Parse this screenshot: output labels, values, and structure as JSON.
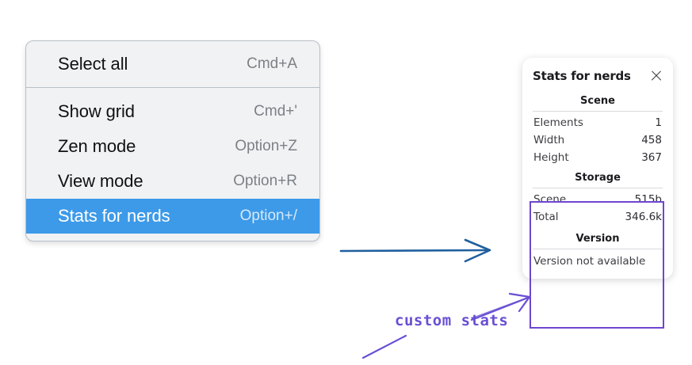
{
  "context_menu": {
    "name": "canvas-context-menu",
    "groups": [
      {
        "items": [
          {
            "label": "Select all",
            "shortcut": "Cmd+A",
            "selected": false
          }
        ]
      },
      {
        "items": [
          {
            "label": "Show grid",
            "shortcut": "Cmd+'",
            "selected": false
          },
          {
            "label": "Zen mode",
            "shortcut": "Option+Z",
            "selected": false
          },
          {
            "label": "View mode",
            "shortcut": "Option+R",
            "selected": false
          },
          {
            "label": "Stats for nerds",
            "shortcut": "Option+/",
            "selected": true
          }
        ]
      }
    ],
    "selected_background": "#3d9ae8",
    "background": "#f1f2f4"
  },
  "stats_panel": {
    "title": "Stats for nerds",
    "close_icon": "close-icon",
    "sections": [
      {
        "title": "Scene",
        "rows": [
          {
            "label": "Elements",
            "value": "1"
          },
          {
            "label": "Width",
            "value": "458"
          },
          {
            "label": "Height",
            "value": "367"
          }
        ]
      },
      {
        "title": "Storage",
        "rows": [
          {
            "label": "Scene",
            "value": "515b"
          },
          {
            "label": "Total",
            "value": "346.6k"
          }
        ]
      },
      {
        "title": "Version",
        "text": "Version not available"
      }
    ]
  },
  "annotations": {
    "flow_arrow_color": "#1f5f9e",
    "highlight_color": "#6f45d0",
    "label": "custom stats",
    "label_color": "#6a4fd4"
  }
}
